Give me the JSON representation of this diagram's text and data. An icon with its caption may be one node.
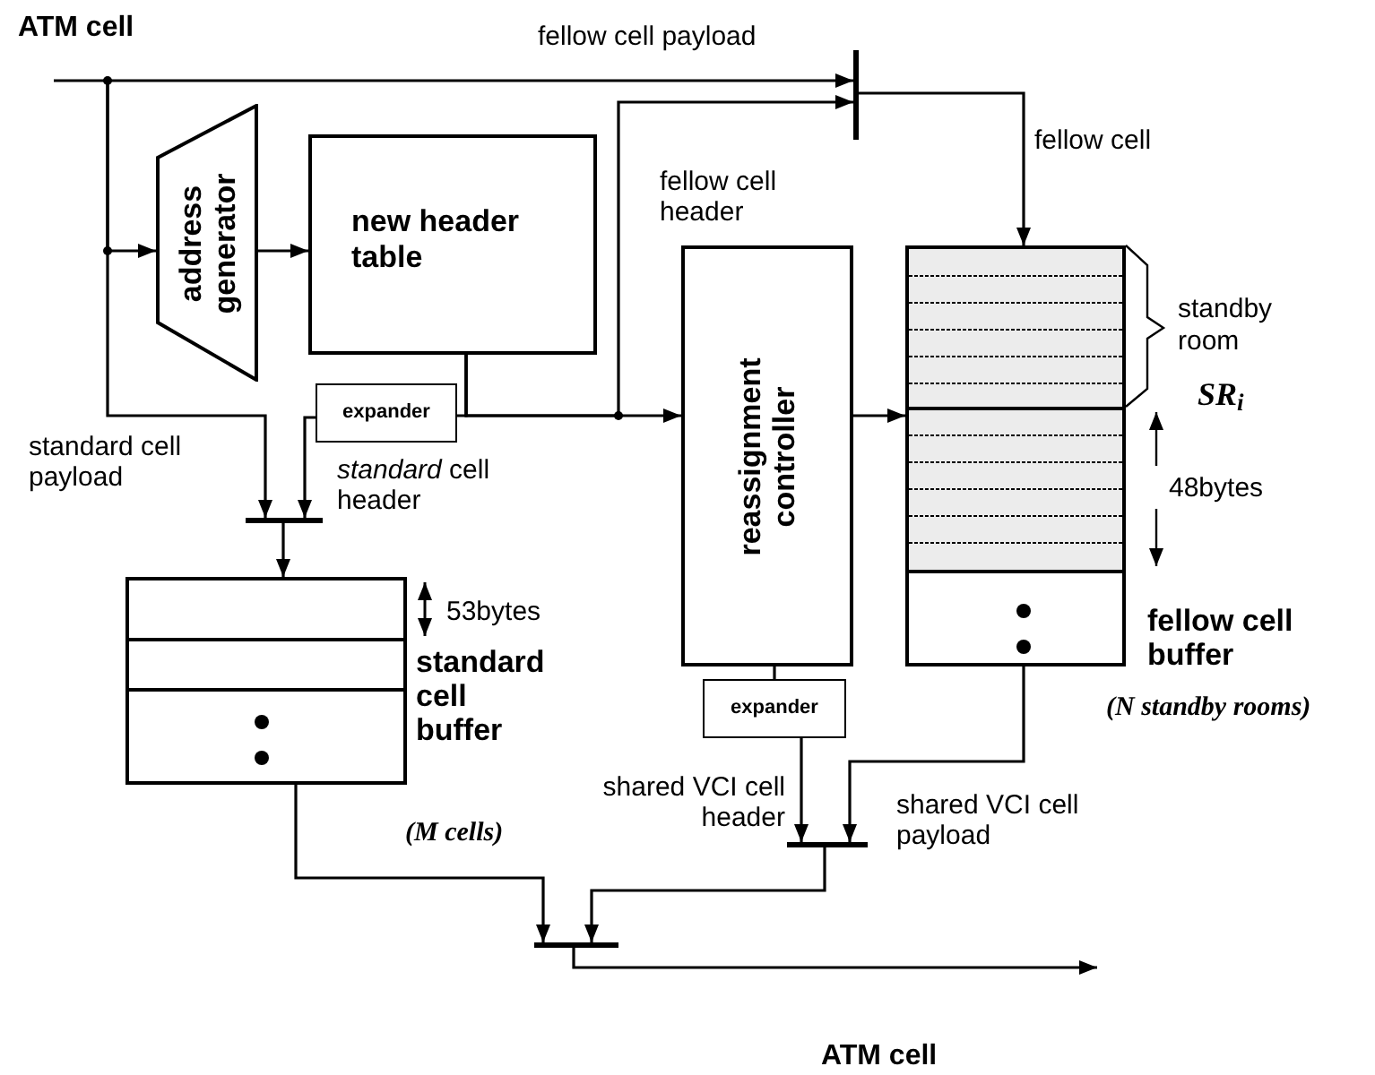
{
  "diagram": {
    "nodes": [
      {
        "text": [
          "address generator"
        ]
      },
      {
        "text": [
          "new header table"
        ]
      },
      {
        "text": [
          "expander"
        ]
      },
      {
        "text": [
          "reassignment controller"
        ]
      },
      {
        "text": [
          "fellow cell buffer",
          "(N standby rooms)"
        ]
      },
      {
        "text": [],
        "shape": "bar"
      },
      {
        "text": [],
        "shape": "bar"
      },
      {
        "text": [
          "standard cell buffer",
          "(M cells)"
        ]
      },
      {
        "text": [
          "expander"
        ]
      },
      {
        "text": [],
        "shape": "bar"
      },
      {
        "text": [],
        "shape": "bar"
      }
    ],
    "edges": [
      {
        "from": null,
        "to": 5,
        "arrow": "to",
        "label": "fellow cell payload"
      },
      {
        "from": null,
        "to": 0,
        "arrow": "to"
      },
      {
        "from": null,
        "to": 6,
        "arrow": "to",
        "label": "standard cell payload"
      },
      {
        "from": 0,
        "to": 1,
        "arrow": "to"
      },
      {
        "from": 1,
        "to": 3,
        "arrow": "to"
      },
      {
        "from": 1,
        "to": 2,
        "arrow": "none"
      },
      {
        "from": 1,
        "to": 5,
        "arrow": "to",
        "label": "fellow cell header"
      },
      {
        "from": 2,
        "to": 6,
        "arrow": "to",
        "label": "*standard* cell header"
      },
      {
        "from": 5,
        "to": 4,
        "arrow": "to",
        "label": "fellow cell"
      },
      {
        "from": 3,
        "to": 4,
        "arrow": "to"
      },
      {
        "from": 3,
        "to": 8,
        "arrow": "none"
      },
      {
        "from": 8,
        "to": 9,
        "arrow": "to",
        "label": "shared VCI cell header"
      },
      {
        "from": 4,
        "to": 9,
        "arrow": "to",
        "label": "shared VCI cell payload"
      },
      {
        "from": 6,
        "to": 7,
        "arrow": "to"
      },
      {
        "from": 7,
        "to": 10,
        "arrow": "to"
      },
      {
        "from": 9,
        "to": 10,
        "arrow": "to"
      },
      {
        "from": 10,
        "to": null,
        "arrow": "to"
      }
    ],
    "labels": [
      "ATM cell",
      "standby room",
      "SR$_{i}$",
      "48bytes",
      "53bytes",
      "ATM cell"
    ]
  }
}
